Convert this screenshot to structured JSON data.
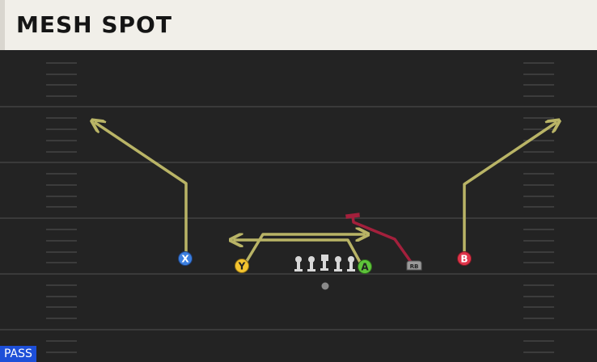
{
  "play": {
    "title": "MESH SPOT",
    "type_badge": "PASS"
  },
  "players": {
    "x": {
      "label": "X",
      "color": "#3b7fe0"
    },
    "y": {
      "label": "Y",
      "color": "#f4c430"
    },
    "a": {
      "label": "A",
      "color": "#5ec43a"
    },
    "b": {
      "label": "B",
      "color": "#e0344a"
    },
    "rb": {
      "label": "RB",
      "color": "#9a9a9a"
    }
  },
  "colors": {
    "route": "#b9b466",
    "block_route": "#a3203c",
    "line": "#3a3a3a",
    "hash": "#555555",
    "lineman": "#d8d8d8",
    "ball": "#8a8a8a"
  }
}
